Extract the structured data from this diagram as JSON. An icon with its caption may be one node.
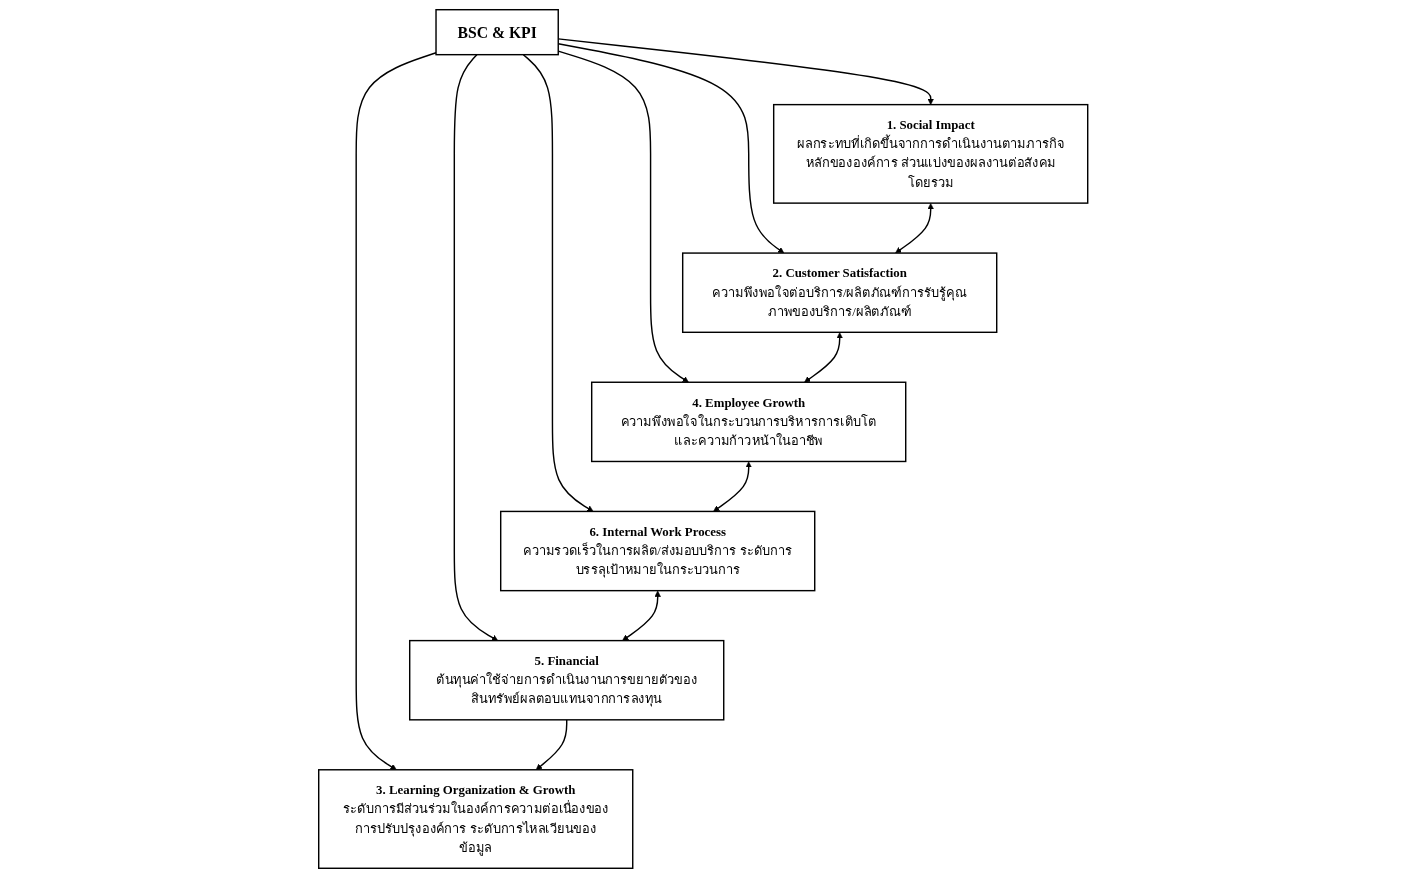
{
  "diagram": {
    "nodes": [
      {
        "text": [
          "1. Social Impact",
          "ผลกระทบที่เกิดขึ้นจากการดำเนินงานตามภารกิจหลักขององค์การ ส่วนแบ่งของผลงานต่อสังคมโดยรวม"
        ]
      },
      {
        "text": [
          "2. Customer Satisfaction",
          "ความพึงพอใจต่อบริการ/ผลิตภัณฑ์การรับรู้คุณภาพของบริการ/ผลิตภัณฑ์"
        ]
      },
      {
        "text": [
          "3. Learning Organization & Growth",
          "ระดับการมีส่วนร่วมในองค์การความต่อเนื่องของการปรับปรุงองค์การ ระดับการไหลเวียนของข้อมูล"
        ]
      },
      {
        "text": [
          "BSC & KPI"
        ]
      },
      {
        "text": [
          "4. Employee Growth",
          "ความพึงพอใจในกระบวนการบริหารการเติบโตและความก้าวหน้าในอาชีพ"
        ]
      },
      {
        "text": [
          "5. Financial",
          "ต้นทุนค่าใช้จ่ายการดำเนินงานการขยายตัวของสินทรัพย์ผลตอบแทนจากการลงทุน"
        ]
      },
      {
        "text": [
          "6. Internal Work Process",
          "ความรวดเร็วในการผลิต/ส่งมอบบริการ ระดับการบรรลุเป้าหมายในกระบวนการ"
        ]
      }
    ],
    "edges": [
      {
        "from": 3,
        "to": 0,
        "arrow": "to"
      },
      {
        "from": 3,
        "to": 1,
        "arrow": "to"
      },
      {
        "from": 3,
        "to": 2,
        "arrow": "to"
      },
      {
        "from": 3,
        "to": 4,
        "arrow": "to"
      },
      {
        "from": 3,
        "to": 6,
        "arrow": "to"
      },
      {
        "from": 3,
        "to": 5,
        "arrow": "to"
      },
      {
        "from": 0,
        "to": 1,
        "arrow": "both"
      },
      {
        "from": 1,
        "to": 4,
        "arrow": "both"
      },
      {
        "from": 4,
        "to": 6,
        "arrow": "both"
      },
      {
        "from": 6,
        "to": 5,
        "arrow": "both"
      },
      {
        "from": 5,
        "to": 2,
        "arrow": "to"
      }
    ]
  }
}
